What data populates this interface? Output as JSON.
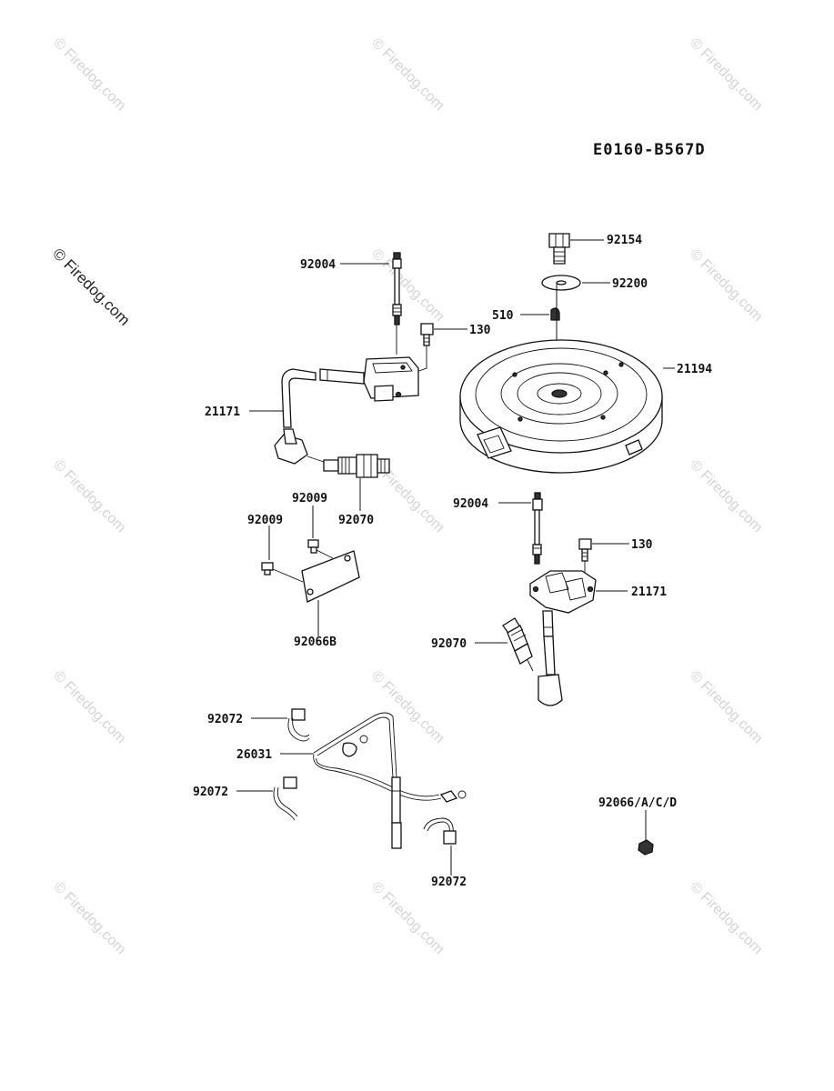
{
  "diagram_code": "E0160-B567D",
  "watermark": {
    "text": "© Firedog.com",
    "main_text": "© Firedog.com"
  },
  "labels": {
    "p92154": "92154",
    "p92200": "92200",
    "p510": "510",
    "p21194": "21194",
    "p92004_top": "92004",
    "p130_top": "130",
    "p21171_left": "21171",
    "p92009_a": "92009",
    "p92009_b": "92009",
    "p92070_left": "92070",
    "p92066B": "92066B",
    "p92004_right": "92004",
    "p130_right": "130",
    "p21171_right": "21171",
    "p92070_right": "92070",
    "p92072_a": "92072",
    "p26031": "26031",
    "p92072_b": "92072",
    "p92072_c": "92072",
    "p92066ACD": "92066/A/C/D"
  }
}
